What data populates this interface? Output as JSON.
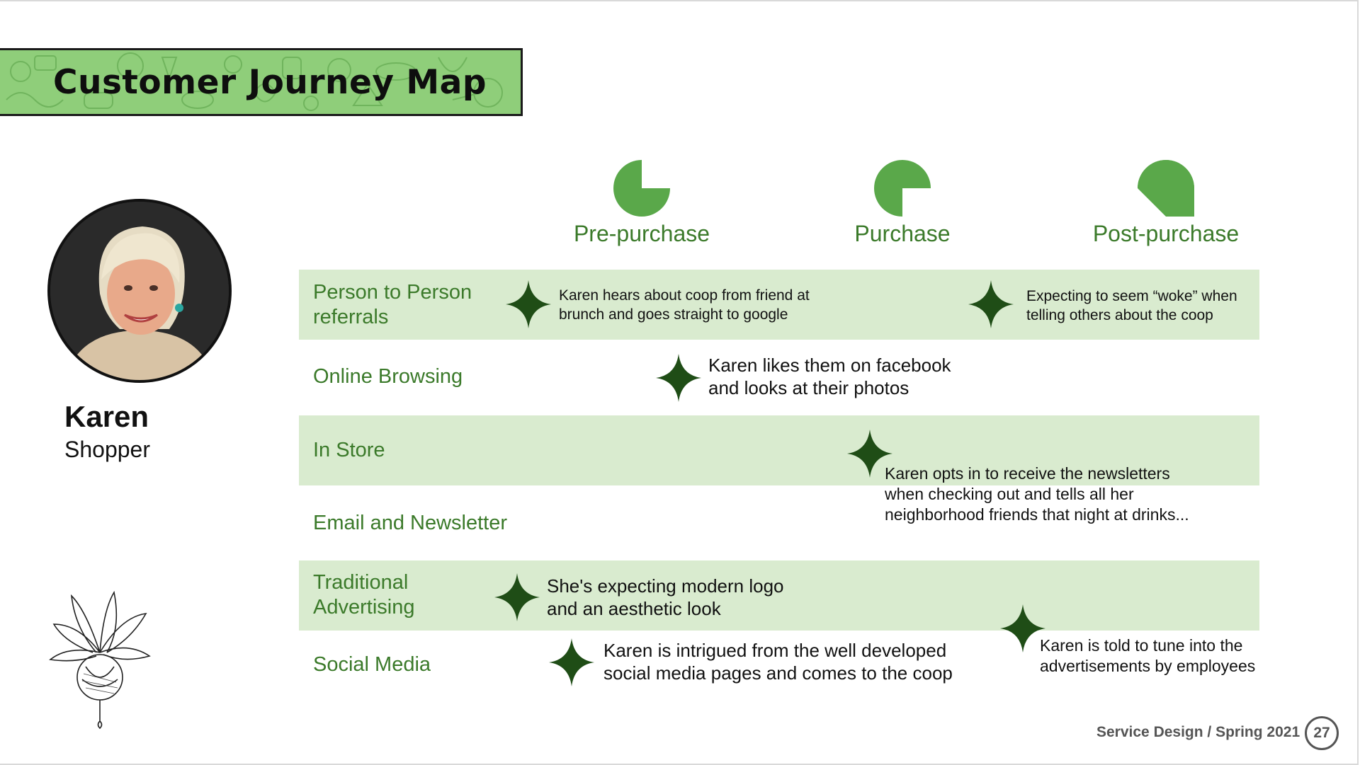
{
  "slide": {
    "title": "Customer Journey Map",
    "footer": "Service Design / Spring 2021",
    "page_number": "27"
  },
  "persona": {
    "name": "Karen",
    "role": "Shopper"
  },
  "phases": [
    {
      "label": "Pre-purchase",
      "icon": "pie-three-quarter-icon"
    },
    {
      "label": "Purchase",
      "icon": "pie-half-icon"
    },
    {
      "label": "Post-purchase",
      "icon": "pie-quarter-icon"
    }
  ],
  "rows": [
    {
      "label_line1": "Person to Person",
      "label_line2": "referrals"
    },
    {
      "label_line1": "Online Browsing",
      "label_line2": ""
    },
    {
      "label_line1": "In Store",
      "label_line2": ""
    },
    {
      "label_line1": "Email and Newsletter",
      "label_line2": ""
    },
    {
      "label_line1": "Traditional",
      "label_line2": "Advertising"
    },
    {
      "label_line1": "Social Media",
      "label_line2": ""
    }
  ],
  "touchpoints": [
    {
      "line1": "Karen hears about coop from friend at",
      "line2": "brunch and goes straight to google",
      "line3": ""
    },
    {
      "line1": "Expecting to seem “woke” when",
      "line2": "telling others about the coop",
      "line3": ""
    },
    {
      "line1": "Karen likes them on facebook",
      "line2": "and looks at their photos",
      "line3": ""
    },
    {
      "line1": "Karen opts in to receive the newsletters",
      "line2": "when checking out and tells all her",
      "line3": "neighborhood friends that night at drinks..."
    },
    {
      "line1": "She's expecting modern logo",
      "line2": "and an aesthetic look",
      "line3": ""
    },
    {
      "line1": "Karen is told to tune into the",
      "line2": "advertisements by employees",
      "line3": ""
    },
    {
      "line1": "Karen is intrigued from the well developed",
      "line2": "social media pages and comes to the coop",
      "line3": ""
    }
  ],
  "colors": {
    "accent_green": "#3b7a2a",
    "band_green": "#d9ebcf",
    "banner_green": "#8fce7a",
    "star_green": "#1f4d16",
    "phase_icon_green": "#5aa84a"
  }
}
